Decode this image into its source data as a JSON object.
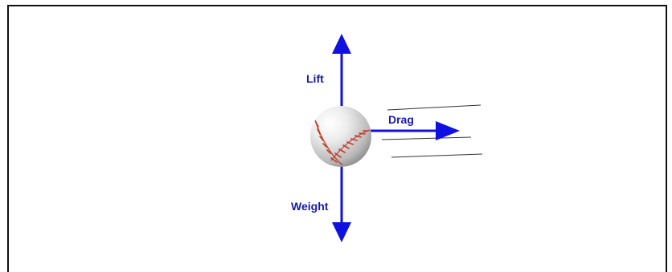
{
  "labels": {
    "lift": "Lift",
    "drag": "Drag",
    "weight": "Weight"
  },
  "colors": {
    "arrow": "#1010e0",
    "label": "#1a1aa8",
    "frame": "#111111",
    "airflow": "#333333",
    "ball": "#d9d9d9",
    "stitch": "#c23b2a"
  }
}
